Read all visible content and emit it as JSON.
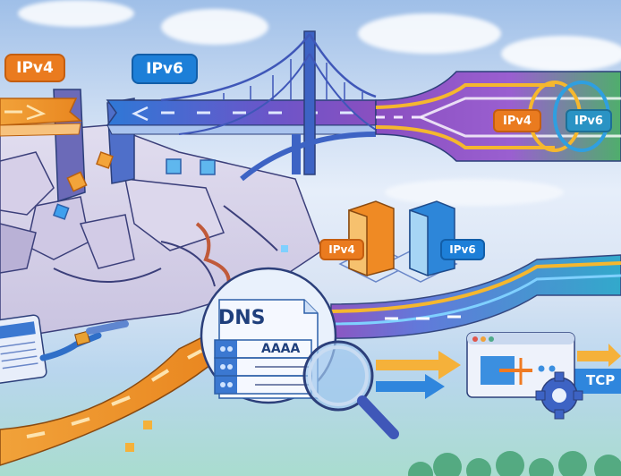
{
  "scene": {
    "description": "Illustration of IPv4 to IPv6 transition: crumbling IPv4 road, IPv6 suspension bridge, dual-stack intertwined lanes, dual servers, DNS AAAA lookup, app window with TCP arrow",
    "colors": {
      "ipv4_orange": "#ea7b1f",
      "ipv6_blue": "#1d7fd8",
      "lane_purple": "#7a4fc4",
      "lane_green": "#4fae6c",
      "sky_top": "#9fbfe8",
      "ground_cracked": "#d8d6ea",
      "navy_outline": "#2c3f7a"
    }
  },
  "labels": {
    "ipv4_road": "IPv4",
    "ipv6_bridge": "IPv6",
    "dual_stack_ipv4": "IPv4",
    "dual_stack_ipv6": "IPv6",
    "server_ipv4": "IPv4",
    "server_ipv6": "IPv6",
    "dns_title": "DNS",
    "dns_record": "AAAA",
    "tcp_arrow": "TCP"
  }
}
